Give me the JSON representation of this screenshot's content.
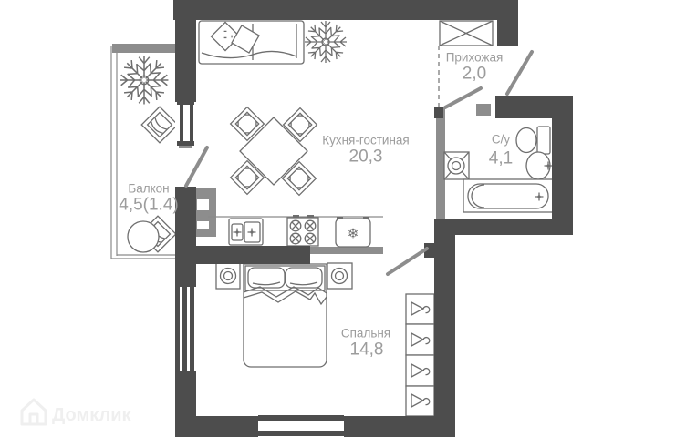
{
  "plan": {
    "rooms": [
      {
        "id": "balcony",
        "name": "Балкон",
        "area": "4,5(1.4)"
      },
      {
        "id": "kitchen_living",
        "name": "Кухня-гостиная",
        "area": "20,3"
      },
      {
        "id": "hallway",
        "name": "Прихожая",
        "area": "2,0"
      },
      {
        "id": "bathroom",
        "name": "С/у",
        "area": "4,1"
      },
      {
        "id": "bedroom",
        "name": "Спальня",
        "area": "14,8"
      }
    ],
    "colors": {
      "wall": "#4d4d4d",
      "partition": "#8d8d8d",
      "line": "#6e6e6e",
      "thin": "#8a8a8a",
      "label": "#9c9c9c",
      "watermark": "#efefef",
      "background": "#ffffff"
    }
  },
  "icons": {
    "snowflake": "❄"
  },
  "watermark": {
    "logo": "domclick-house-logo",
    "text": "Домклик"
  }
}
